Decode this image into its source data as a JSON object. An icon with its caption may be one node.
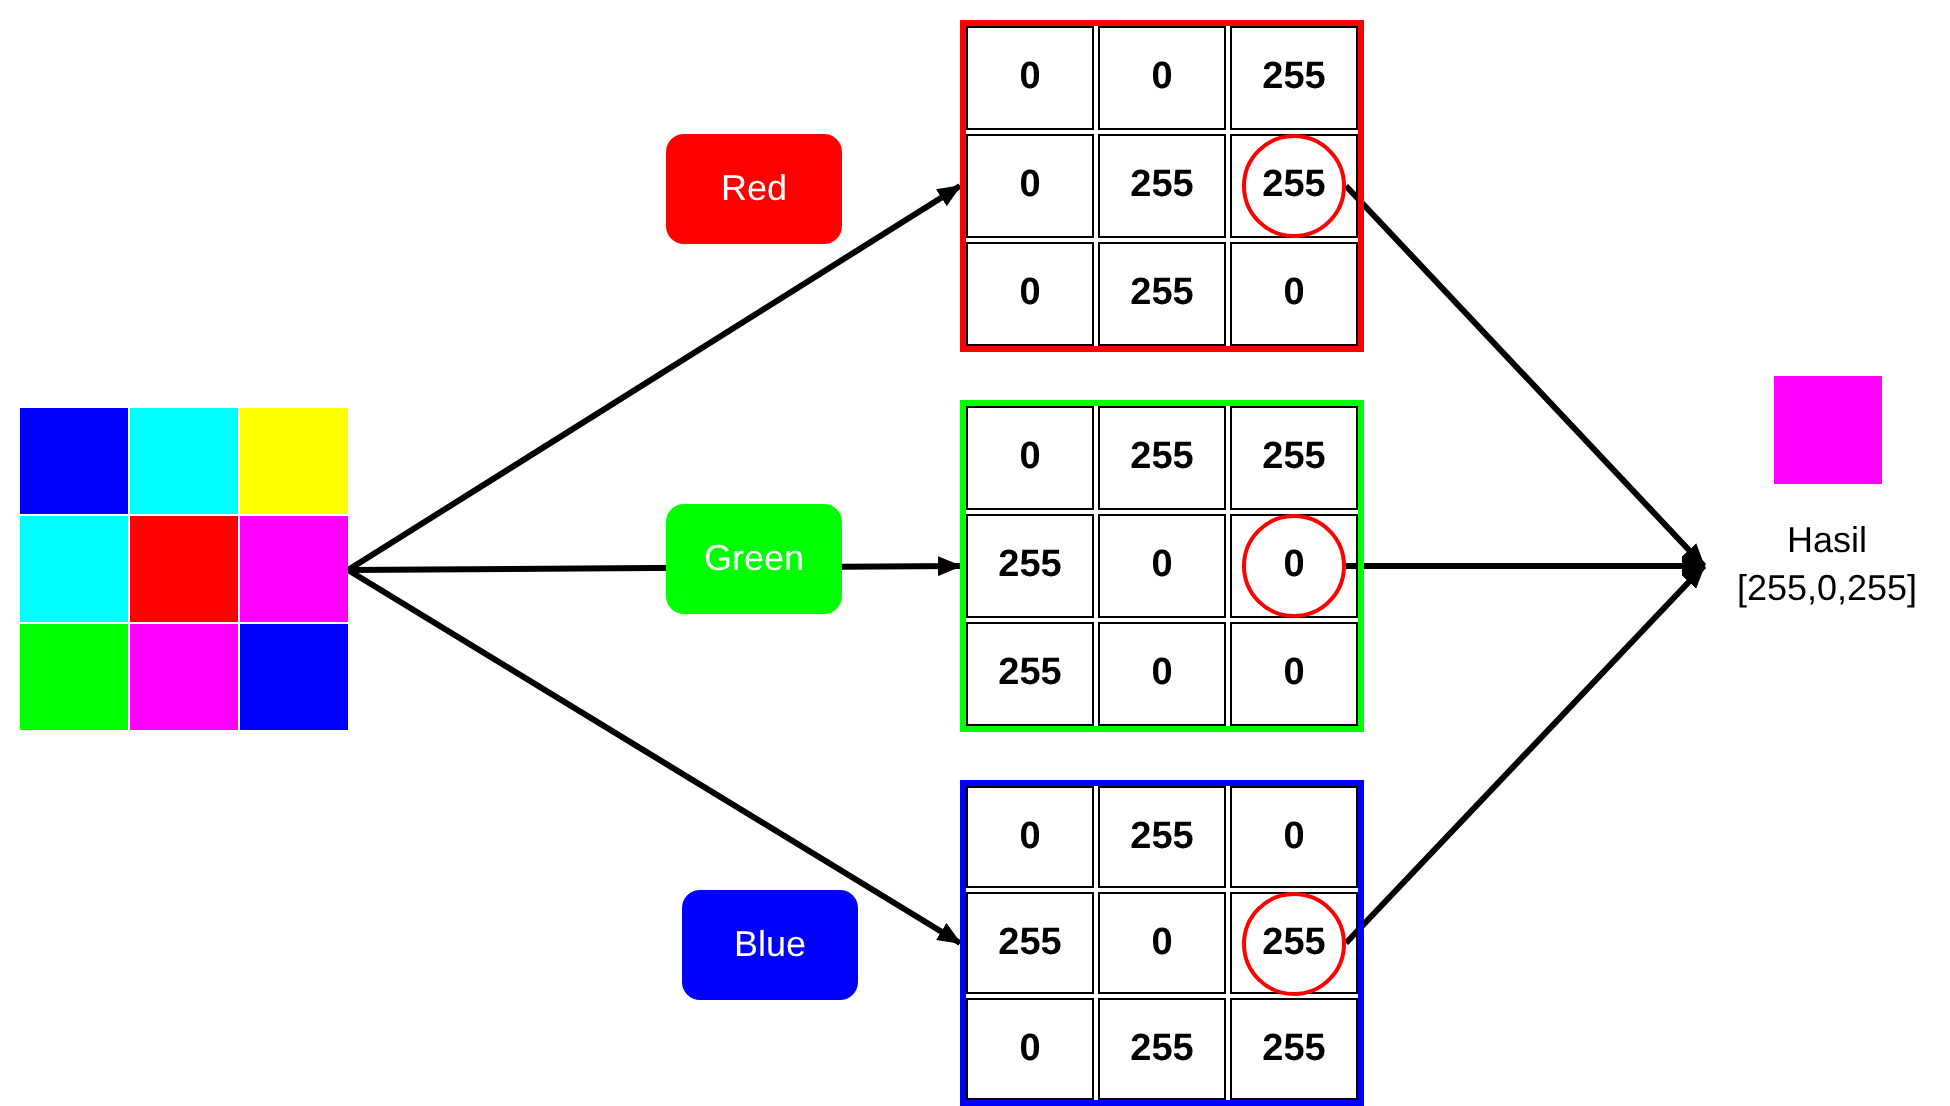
{
  "diagram": {
    "nodes": [
      {
        "text": [],
        "shape": "picture"
      },
      {
        "text": [],
        "shape": "box"
      },
      {
        "text": [
          "0"
        ],
        "in": 1
      },
      {
        "text": [
          "0"
        ],
        "in": 1
      },
      {
        "text": [
          "255"
        ],
        "in": 1
      },
      {
        "text": [
          "0"
        ],
        "in": 1
      },
      {
        "text": [
          "255"
        ],
        "in": 1
      },
      {
        "text": [],
        "shape": "box",
        "in": 1
      },
      {
        "text": [
          "255"
        ],
        "in": 7
      },
      {
        "text": [
          "0"
        ],
        "in": 1
      },
      {
        "text": [
          "255"
        ],
        "in": 1
      },
      {
        "text": [
          "0"
        ],
        "in": 1
      },
      {
        "text": [],
        "shape": "box"
      },
      {
        "text": [
          "0"
        ],
        "in": 12
      },
      {
        "text": [
          "255"
        ],
        "in": 12
      },
      {
        "text": [
          "255"
        ],
        "in": 12
      },
      {
        "text": [
          "255"
        ],
        "in": 12
      },
      {
        "text": [
          "0"
        ],
        "in": 12
      },
      {
        "text": [],
        "shape": "box",
        "in": 12
      },
      {
        "text": [
          "0"
        ],
        "in": 18
      },
      {
        "text": [
          "255"
        ],
        "in": 12
      },
      {
        "text": [
          "0"
        ],
        "in": 12
      },
      {
        "text": [
          "0"
        ],
        "in": 12
      },
      {
        "text": [],
        "shape": "box"
      },
      {
        "text": [
          "0"
        ],
        "in": 23
      },
      {
        "text": [
          "255"
        ],
        "in": 23
      },
      {
        "text": [
          "0"
        ],
        "in": 23
      },
      {
        "text": [
          "255"
        ],
        "in": 23
      },
      {
        "text": [
          "0"
        ],
        "in": 23
      },
      {
        "text": [],
        "shape": "box",
        "in": 23
      },
      {
        "text": [
          "255"
        ],
        "in": 29
      },
      {
        "text": [
          "0"
        ],
        "in": 23
      },
      {
        "text": [
          "255"
        ],
        "in": 23
      },
      {
        "text": [
          "255"
        ],
        "in": 23
      },
      {
        "text": [],
        "shape": "box",
        "beside": [
          "Hasil",
          "[255,0,255]"
        ]
      }
    ],
    "edges": [
      {
        "from": 0,
        "to": 1,
        "arrow": "to",
        "label": "Red"
      },
      {
        "from": 0,
        "to": 12,
        "arrow": "to",
        "label": "Green"
      },
      {
        "from": 0,
        "to": 23,
        "arrow": "to",
        "label": "Blue"
      },
      {
        "from": 8,
        "to": 34,
        "arrow": "to"
      },
      {
        "from": 19,
        "to": 34,
        "arrow": "to"
      },
      {
        "from": 30,
        "to": 34,
        "arrow": "to"
      }
    ]
  }
}
